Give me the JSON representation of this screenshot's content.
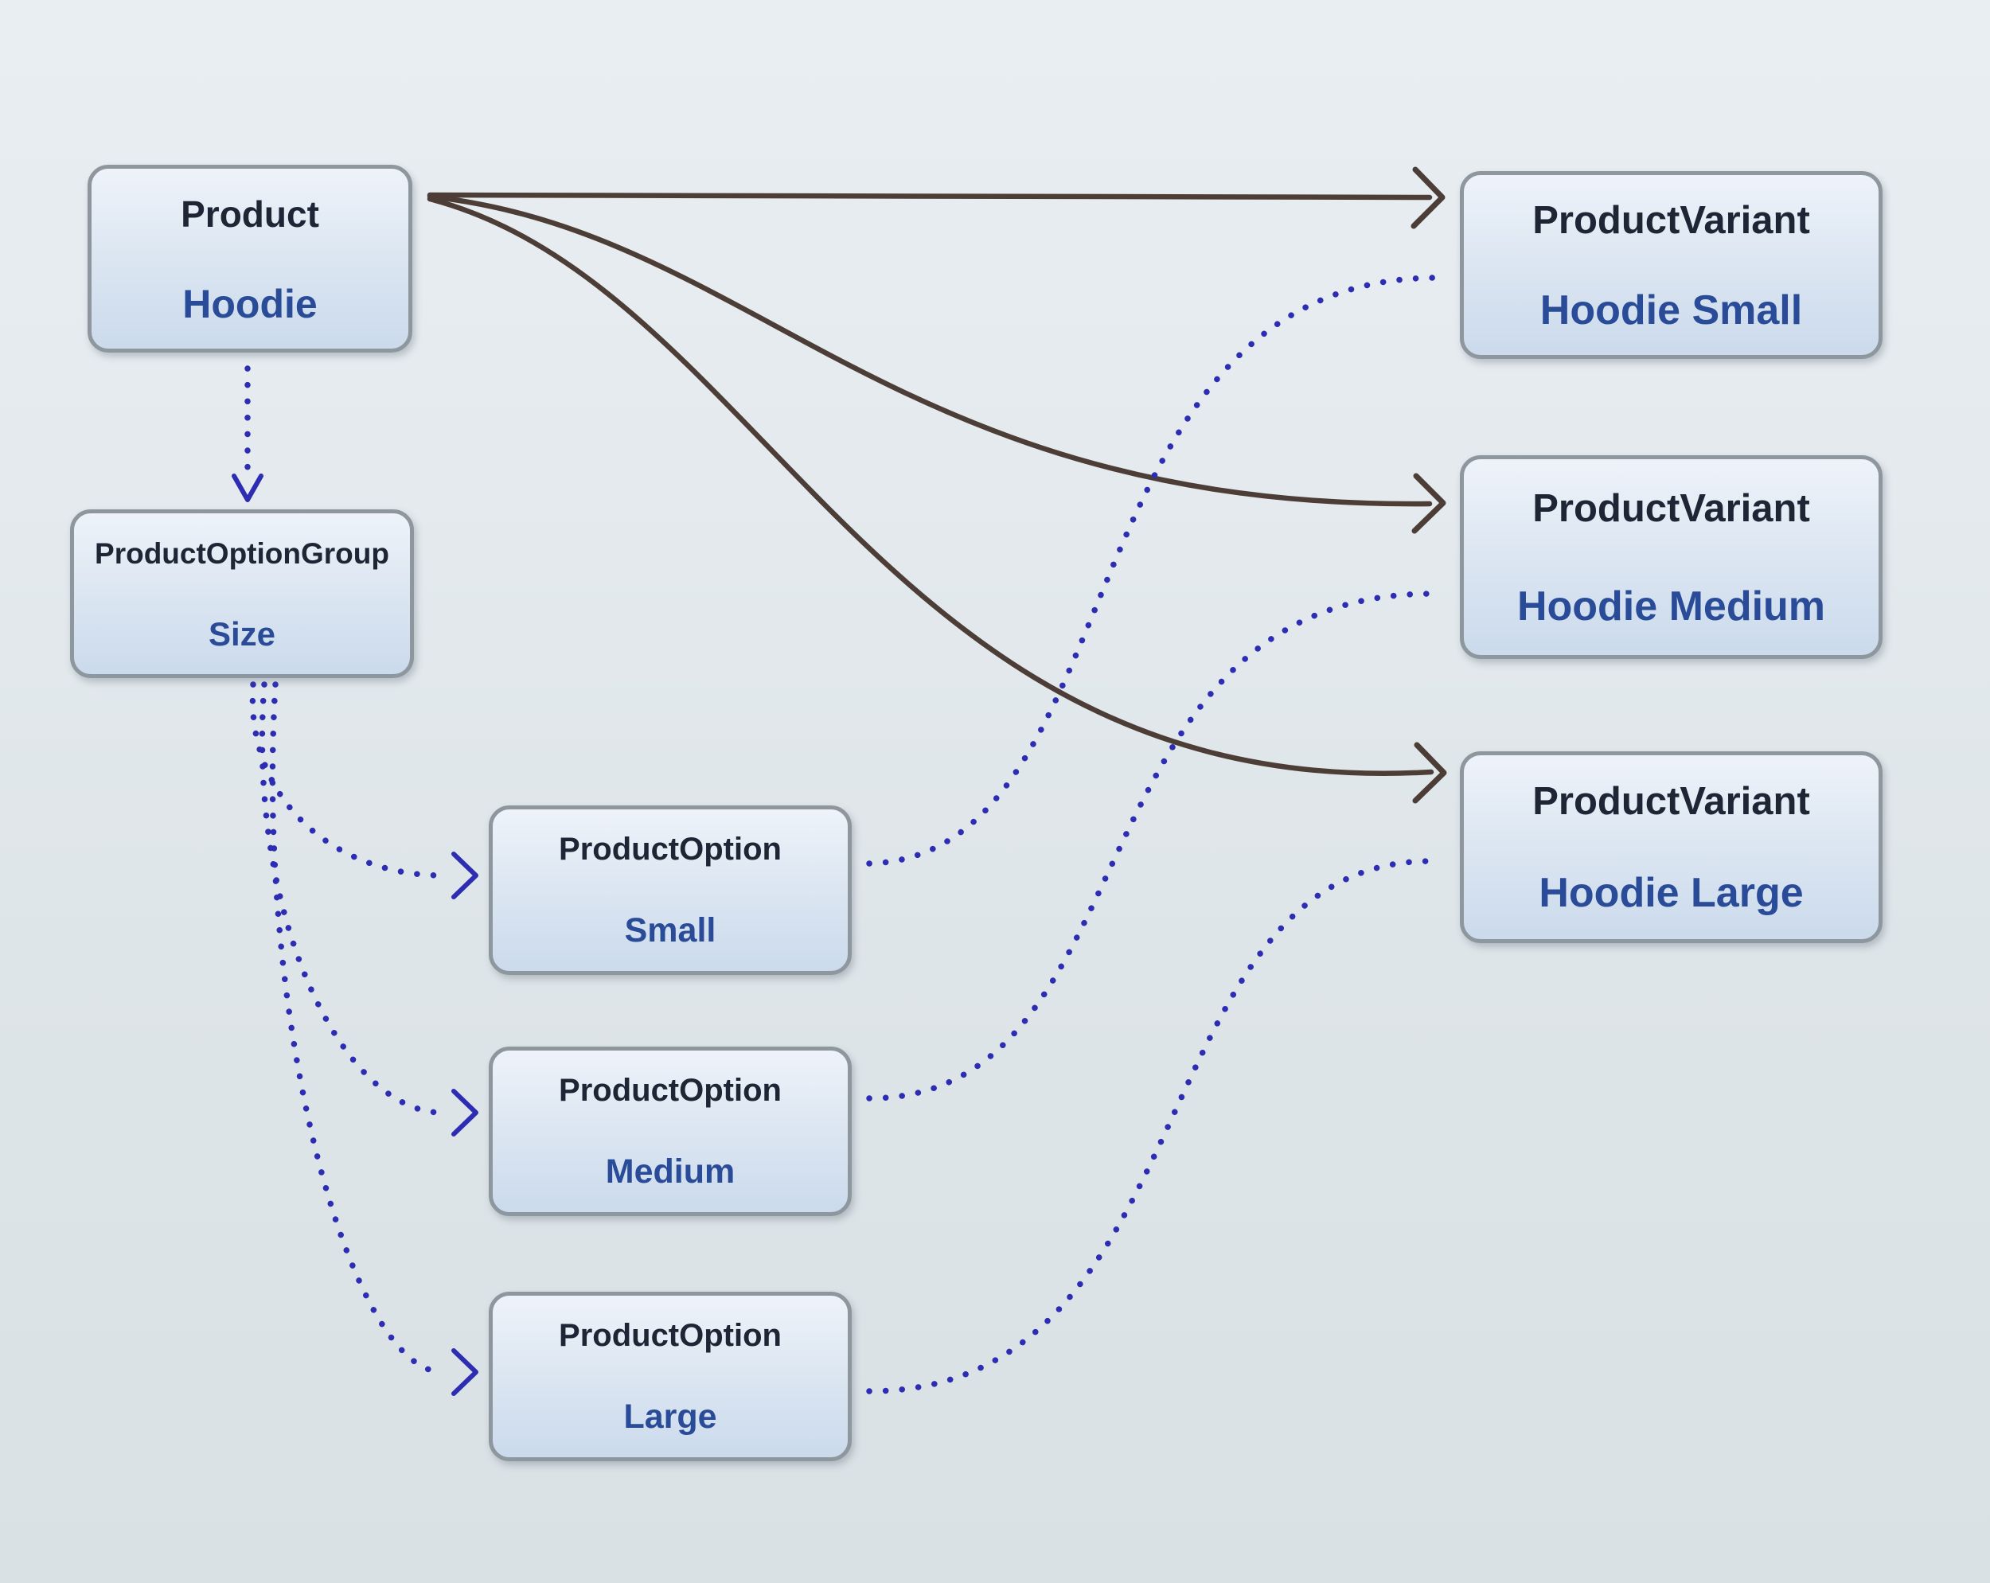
{
  "nodes": {
    "product": {
      "type_label": "Product",
      "value": "Hoodie"
    },
    "option_group": {
      "type_label": "ProductOptionGroup",
      "value": "Size"
    },
    "option_small": {
      "type_label": "ProductOption",
      "value": "Small"
    },
    "option_medium": {
      "type_label": "ProductOption",
      "value": "Medium"
    },
    "option_large": {
      "type_label": "ProductOption",
      "value": "Large"
    },
    "variant_small": {
      "type_label": "ProductVariant",
      "value": "Hoodie Small"
    },
    "variant_medium": {
      "type_label": "ProductVariant",
      "value": "Hoodie Medium"
    },
    "variant_large": {
      "type_label": "ProductVariant",
      "value": "Hoodie Large"
    }
  },
  "edges": [
    {
      "from": "product",
      "to": "variant_small",
      "style": "solid-arrow"
    },
    {
      "from": "product",
      "to": "variant_medium",
      "style": "solid-arrow"
    },
    {
      "from": "product",
      "to": "variant_large",
      "style": "solid-arrow"
    },
    {
      "from": "product",
      "to": "option_group",
      "style": "dotted-arrow"
    },
    {
      "from": "option_group",
      "to": "option_small",
      "style": "dotted-arrow"
    },
    {
      "from": "option_group",
      "to": "option_medium",
      "style": "dotted-arrow"
    },
    {
      "from": "option_group",
      "to": "option_large",
      "style": "dotted-arrow"
    },
    {
      "from": "option_small",
      "to": "variant_small",
      "style": "dotted-line"
    },
    {
      "from": "option_medium",
      "to": "variant_medium",
      "style": "dotted-line"
    },
    {
      "from": "option_large",
      "to": "variant_large",
      "style": "dotted-line"
    }
  ],
  "colors": {
    "solid_arrow": "#4c3e37",
    "dotted_arrow": "#2c2db2",
    "node_border": "#8e979e",
    "node_fill_top": "#eef3fa",
    "node_fill_bottom": "#cbdaec",
    "type_text": "#1e2636",
    "value_text": "#2a4c98",
    "background_top": "#e9eef2",
    "background_bottom": "#d9e1e5"
  }
}
